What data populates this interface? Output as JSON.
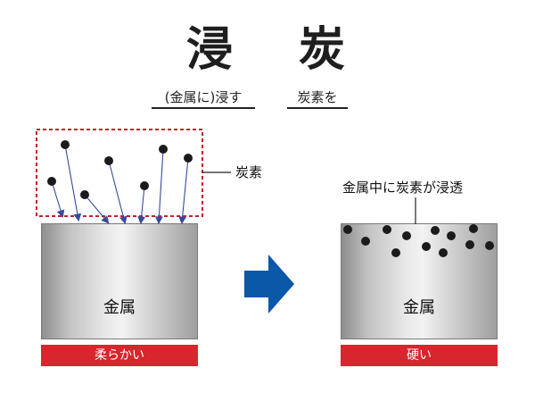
{
  "title": {
    "char_left": "浸",
    "char_right": "炭"
  },
  "subtitle": {
    "left": "(金属に)浸す",
    "right": "炭素を"
  },
  "left_panel": {
    "callout_label": "炭素",
    "metal_label": "金属",
    "bar_label": "柔らかい"
  },
  "right_panel": {
    "callout_label": "金属中に炭素が浸透",
    "metal_label": "金属",
    "bar_label": "硬い"
  },
  "colors": {
    "dash_box": "#c4202a",
    "arrow_blue": "#0b57a8",
    "bar_red": "#d7262d",
    "particle": "#1b1b1b",
    "pointer": "#3a4a9a"
  }
}
